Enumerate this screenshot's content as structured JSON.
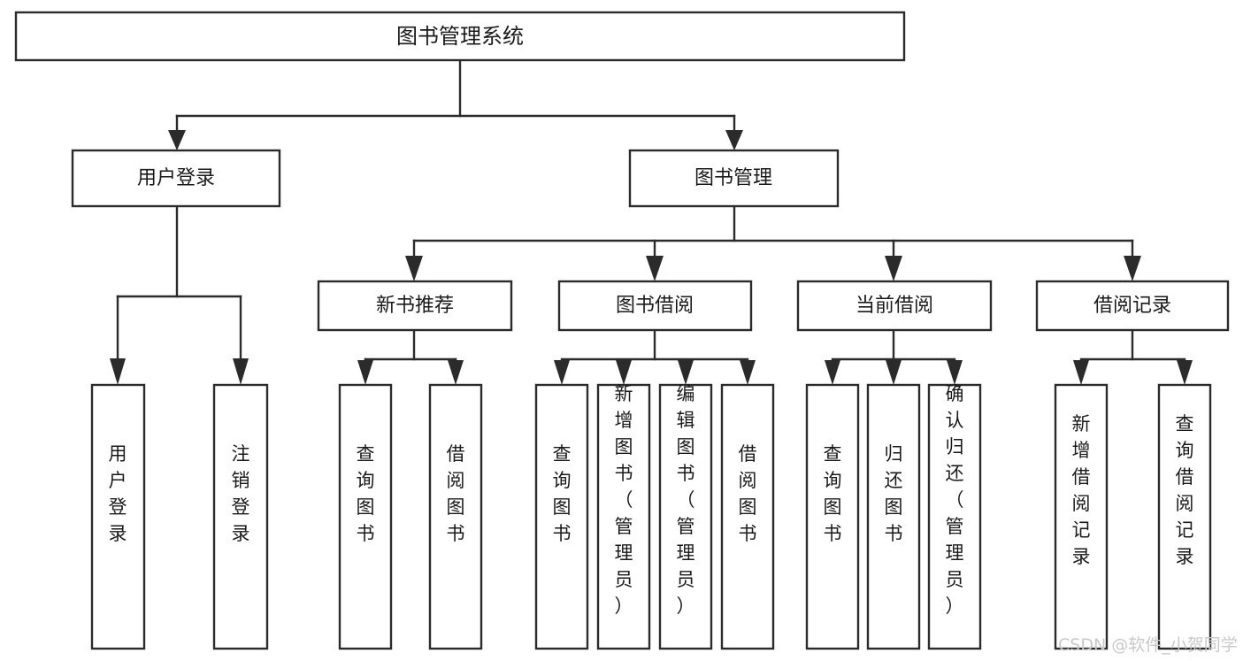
{
  "diagram": {
    "title": "图书管理系统",
    "type": "tree-hierarchy-chart",
    "watermark": "CSDN @软件_小贺同学",
    "colors": {
      "box_stroke": "#2b2b2b",
      "box_fill": "#ffffff",
      "text": "#1a1a1a",
      "background": "#ffffff",
      "watermark": "#c9c9c9"
    },
    "root": {
      "label": "图书管理系统"
    },
    "level2": [
      {
        "label": "用户登录"
      },
      {
        "label": "图书管理"
      }
    ],
    "level3": [
      {
        "label": "新书推荐"
      },
      {
        "label": "图书借阅"
      },
      {
        "label": "当前借阅"
      },
      {
        "label": "借阅记录"
      }
    ],
    "leaves": {
      "user_login": [
        {
          "label": "用户登录"
        },
        {
          "label": "注销登录"
        }
      ],
      "new_book_recommend": [
        {
          "label": "查询图书"
        },
        {
          "label": "借阅图书"
        }
      ],
      "book_borrow": [
        {
          "label": "查询图书"
        },
        {
          "label": "新增图书（管理员）"
        },
        {
          "label": "编辑图书（管理员）"
        },
        {
          "label": "借阅图书"
        }
      ],
      "current_borrow": [
        {
          "label": "查询图书"
        },
        {
          "label": "归还图书"
        },
        {
          "label": "确认归还（管理员）"
        }
      ],
      "borrow_record": [
        {
          "label": "新增借阅记录"
        },
        {
          "label": "查询借阅记录"
        }
      ]
    }
  }
}
